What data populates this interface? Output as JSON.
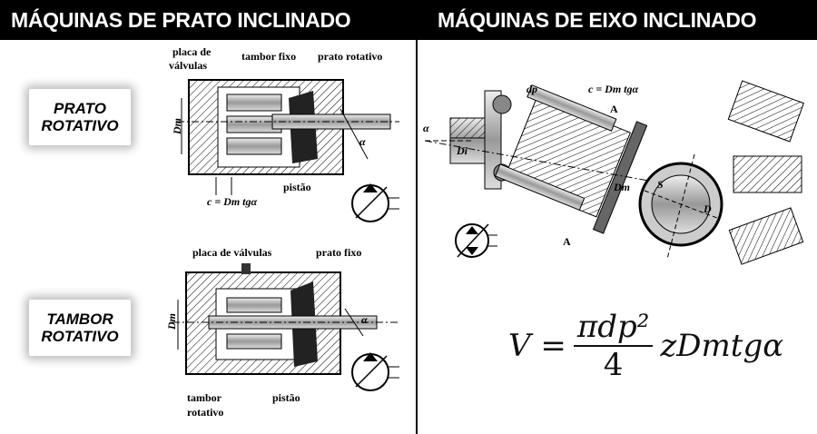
{
  "header": {
    "left_title": "MÁQUINAS DE PRATO INCLINADO",
    "right_title": "MÁQUINAS DE EIXO INCLINADO"
  },
  "left": {
    "type1": {
      "line1": "PRATO",
      "line2": "ROTATIVO",
      "labels": {
        "valve_plate_1": "placa de",
        "valve_plate_2": "válvulas",
        "fixed_drum": "tambor fixo",
        "rotating_plate": "prato rotativo",
        "dm": "Dm",
        "alpha": "α",
        "piston": "pistão",
        "stroke": "c = Dm tgα"
      }
    },
    "type2": {
      "line1": "TAMBOR",
      "line2": "ROTATIVO",
      "labels": {
        "valve_plate": "placa de válvulas",
        "fixed_plate": "prato fixo",
        "dm": "Dm",
        "alpha": "α",
        "drum_1": "tambor",
        "drum_2": "rotativo",
        "piston": "pistão"
      }
    }
  },
  "right": {
    "labels": {
      "dp": "dp",
      "stroke": "c = Dm tgα",
      "alpha": "α",
      "di": "Di",
      "dm": "Dm",
      "a_top": "A",
      "a_bottom": "A",
      "s": "S",
      "d": "D"
    },
    "formula": {
      "lhs": "V =",
      "numerator": "πdp²",
      "denominator": "4",
      "rhs": "zDmtgα"
    }
  }
}
